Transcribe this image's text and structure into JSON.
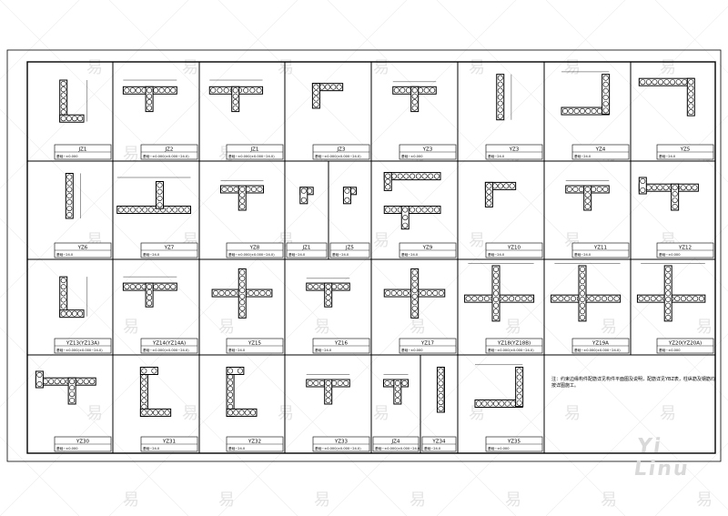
{
  "sheet": {
    "note": "注：约束边缘构件配筋详见构件平面图及说明，配筋详见YBZ表，柱纵筋及钢筋均按详图施工。",
    "watermark_char": "易",
    "brand_text": "Yi Linu"
  },
  "panels": [
    {
      "label": "JZ1",
      "elev": "基础~±0.000",
      "shape": "L1"
    },
    {
      "label": "JZ2",
      "elev": "基础~±0.000(±0.000~24.0)",
      "shape": "T1"
    },
    {
      "label": "JZ1",
      "elev": "基础~±0.000(±0.000~24.0)",
      "shape": "T1"
    },
    {
      "label": "JZ3",
      "elev": "基础~±0.000(±0.000~24.0)",
      "shape": "L2"
    },
    {
      "label": "YZ3",
      "elev": "基础~±0.000",
      "shape": "T2"
    },
    {
      "label": "YZ3",
      "elev": "基础~24.0",
      "shape": "V1"
    },
    {
      "label": "YZ4",
      "elev": "基础~24.0",
      "shape": "L3"
    },
    {
      "label": "YZ5",
      "elev": "基础~24.0",
      "shape": "L4"
    },
    {
      "label": "YZ6",
      "elev": "基础~24.0",
      "shape": "V1"
    },
    {
      "label": "YZ7",
      "elev": "基础~24.0",
      "shape": "T3"
    },
    {
      "label": "YZ8",
      "elev": "基础~±0.000(±0.000~24.0)",
      "shape": "T2"
    },
    {
      "label": "JZ1",
      "elev": "基础~24.0",
      "shape": "S1"
    },
    {
      "label": "JZ5",
      "elev": "基础~24.0",
      "shape": "S1"
    },
    {
      "label": "YZ9",
      "elev": "基础~24.0",
      "shape": "T4"
    },
    {
      "label": "YZ10",
      "elev": "基础~24.0",
      "shape": "L2"
    },
    {
      "label": "YZ11",
      "elev": "基础~24.0",
      "shape": "T2"
    },
    {
      "label": "YZ12",
      "elev": "基础~±0.000",
      "shape": "T5"
    },
    {
      "label": "YZ13(YZ13A)",
      "elev": "基础~±0.000(±0.000~24.0)",
      "shape": "L1"
    },
    {
      "label": "YZ14(YZ14A)",
      "elev": "基础~±0.000(±0.000~24.0)",
      "shape": "T1"
    },
    {
      "label": "YZ15",
      "elev": "基础~24.0",
      "shape": "X1"
    },
    {
      "label": "YZ16",
      "elev": "基础~24.0",
      "shape": "T2"
    },
    {
      "label": "YZ17",
      "elev": "基础~±0.000",
      "shape": "X1"
    },
    {
      "label": "YZ18(YZ18B)",
      "elev": "基础~±0.000(±0.000~24.0)",
      "shape": "X2"
    },
    {
      "label": "YZ19A",
      "elev": "基础~±0.000(±0.000~24.0)",
      "shape": "X2"
    },
    {
      "label": "YZ20(YZ20A)",
      "elev": "基础~±0.000",
      "shape": "X2"
    },
    {
      "label": "YZ30",
      "elev": "基础~±0.000",
      "shape": "T5"
    },
    {
      "label": "YZ31",
      "elev": "基础~24.0",
      "shape": "L5"
    },
    {
      "label": "YZ32",
      "elev": "基础~24.0",
      "shape": "L5"
    },
    {
      "label": "YZ33",
      "elev": "基础~±0.000(±0.000~24.0)",
      "shape": "T2"
    },
    {
      "label": "JZ4",
      "elev": "基础~±0.000(±0.000~24.0)",
      "shape": "T2"
    },
    {
      "label": "YZ34",
      "elev": "基础~24.0",
      "shape": "V1"
    },
    {
      "label": "YZ35",
      "elev": "基础~±0.000",
      "shape": "L3"
    }
  ]
}
